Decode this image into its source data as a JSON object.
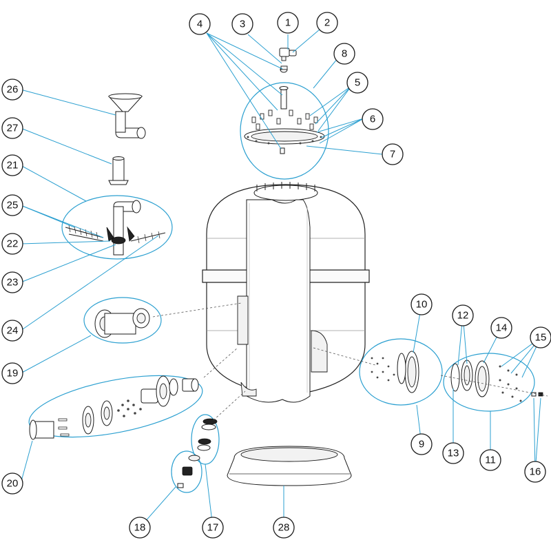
{
  "callouts": [
    {
      "id": "1",
      "label": "1"
    },
    {
      "id": "2",
      "label": "2"
    },
    {
      "id": "3",
      "label": "3"
    },
    {
      "id": "4",
      "label": "4"
    },
    {
      "id": "5",
      "label": "5"
    },
    {
      "id": "6",
      "label": "6"
    },
    {
      "id": "7",
      "label": "7"
    },
    {
      "id": "8",
      "label": "8"
    },
    {
      "id": "9",
      "label": "9"
    },
    {
      "id": "10",
      "label": "10"
    },
    {
      "id": "11",
      "label": "11"
    },
    {
      "id": "12",
      "label": "12"
    },
    {
      "id": "13",
      "label": "13"
    },
    {
      "id": "14",
      "label": "14"
    },
    {
      "id": "15",
      "label": "15"
    },
    {
      "id": "16",
      "label": "16"
    },
    {
      "id": "17",
      "label": "17"
    },
    {
      "id": "18",
      "label": "18"
    },
    {
      "id": "19",
      "label": "19"
    },
    {
      "id": "20",
      "label": "20"
    },
    {
      "id": "21",
      "label": "21"
    },
    {
      "id": "22",
      "label": "22"
    },
    {
      "id": "23",
      "label": "23"
    },
    {
      "id": "24",
      "label": "24"
    },
    {
      "id": "25",
      "label": "25"
    },
    {
      "id": "26",
      "label": "26"
    },
    {
      "id": "27",
      "label": "27"
    },
    {
      "id": "28",
      "label": "28"
    }
  ],
  "colors": {
    "leader_line": "#2a9fd0",
    "outline": "#1a1a1a",
    "background": "#ffffff"
  }
}
